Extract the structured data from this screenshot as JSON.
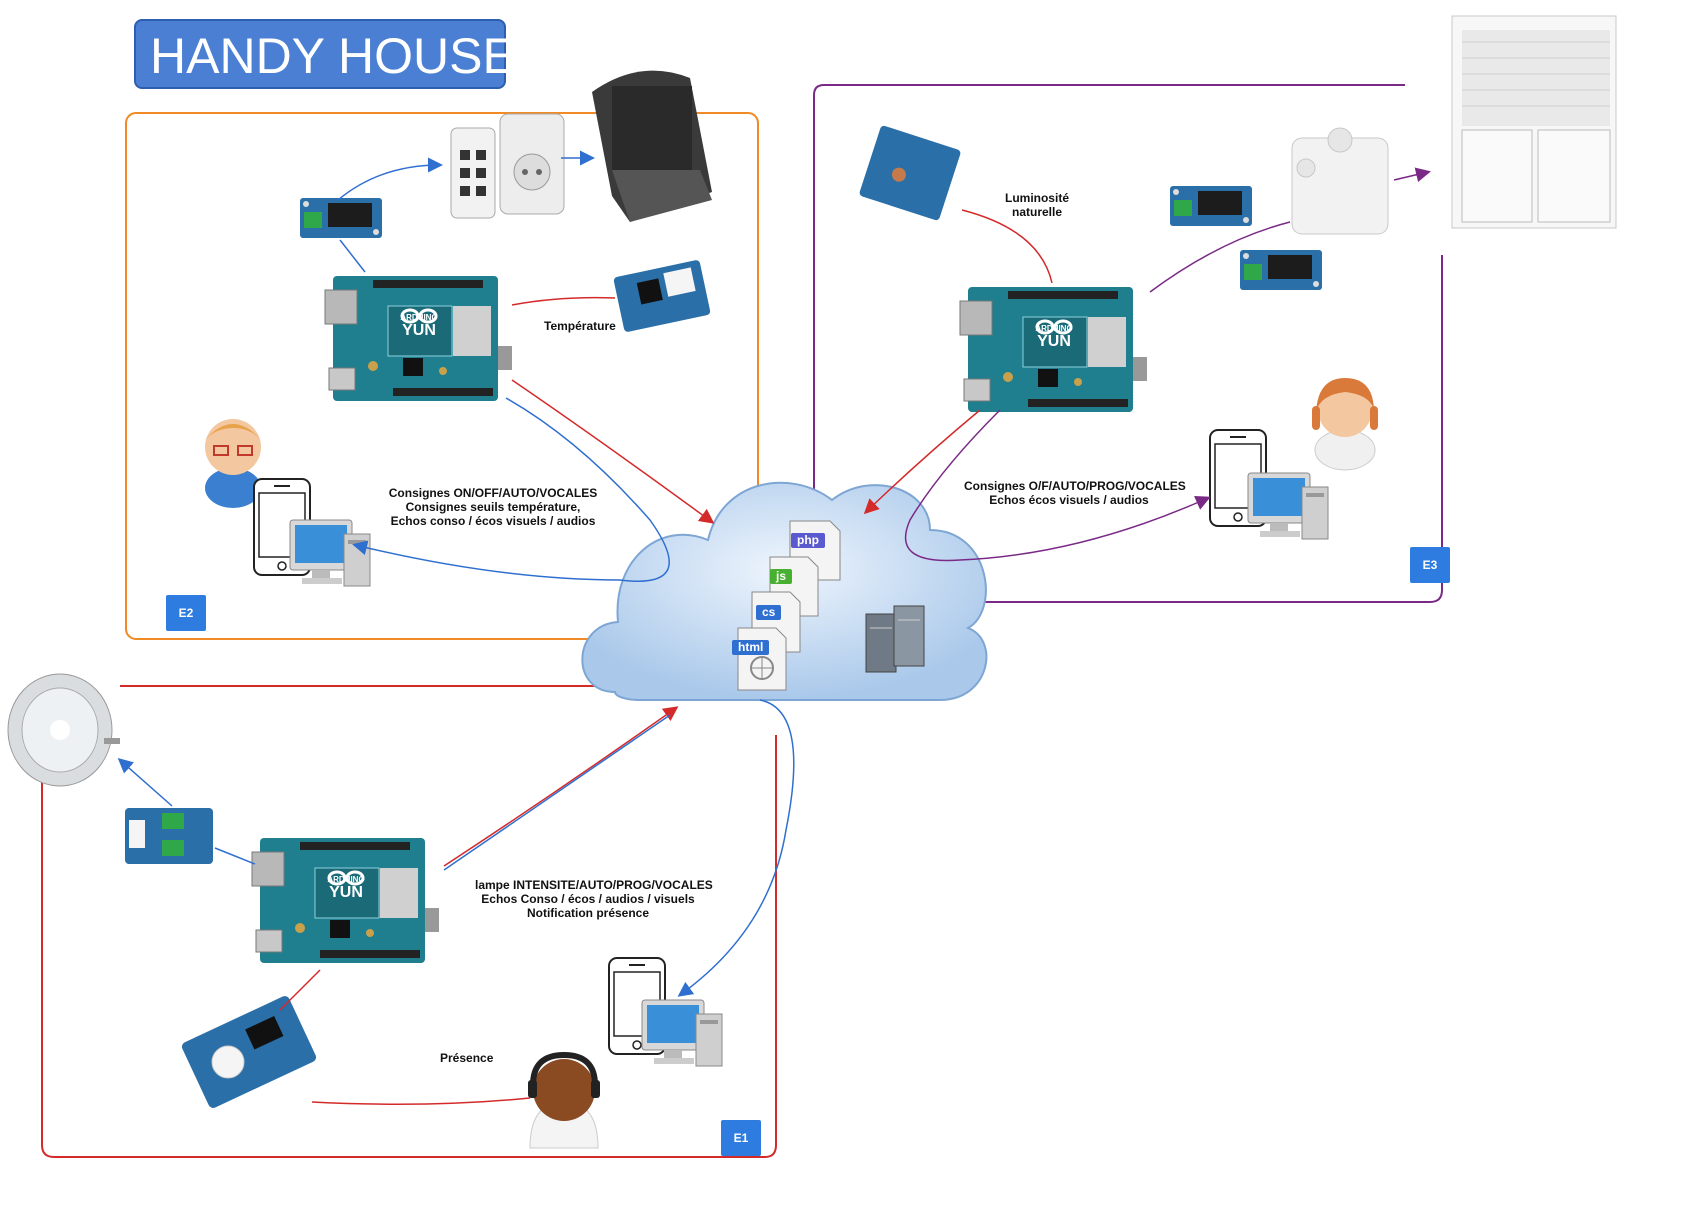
{
  "title": "HANDY HOUSE",
  "zones": {
    "e1": {
      "badge": "E1",
      "color": "#d42a2a"
    },
    "e2": {
      "badge": "E2",
      "color": "#f08a24"
    },
    "e3": {
      "badge": "E3",
      "color": "#7a2a86"
    }
  },
  "labels": {
    "temperature": "Température",
    "luminosite_line1": "Luminosité",
    "luminosite_line2": "naturelle",
    "presence": "Présence",
    "e2_line1": "Consignes ON/OFF/AUTO/VOCALES",
    "e2_line2": "Consignes seuils température,",
    "e2_line3": "Echos conso / écos visuels / audios",
    "e3_line1": "Consignes O/F/AUTO/PROG/VOCALES",
    "e3_line2": "Echos écos visuels / audios",
    "e1_line1": "lampe INTENSITE/AUTO/PROG/VOCALES",
    "e1_line2": "Echos Conso / écos / audios / visuels",
    "e1_line3": "Notification présence"
  },
  "cloud_files": [
    "php",
    "js",
    "cs",
    "html"
  ],
  "board": {
    "brand": "ARDUINO",
    "model": "YUN"
  },
  "colors": {
    "red_link": "#d42a2a",
    "blue_link": "#2f6fd0",
    "purple_link": "#7a2a86",
    "cloud": "#bcd6f0",
    "board": "#1f7f8f"
  }
}
